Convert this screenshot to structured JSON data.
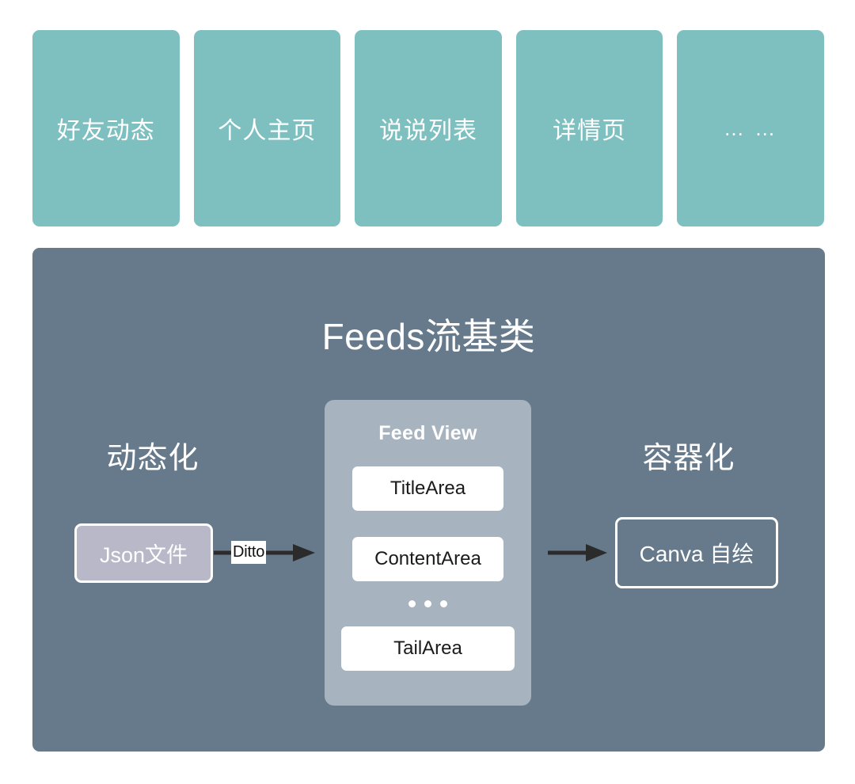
{
  "diagram": {
    "top_cards": [
      {
        "label": "好友动态",
        "name": "friends-feed"
      },
      {
        "label": "个人主页",
        "name": "personal-homepage"
      },
      {
        "label": "说说列表",
        "name": "post-list"
      },
      {
        "label": "详情页",
        "name": "detail-page"
      },
      {
        "label": "… …",
        "name": "more-ellipsis"
      }
    ],
    "base_panel": {
      "title": "Feeds流基类",
      "left_column": {
        "heading": "动态化",
        "box_label": "Json文件"
      },
      "arrow_one": {
        "tag": "Ditto",
        "icon": "arrow-right-icon"
      },
      "feed_view": {
        "title": "Feed View",
        "areas": [
          {
            "label": "TitleArea"
          },
          {
            "label": "ContentArea"
          },
          {
            "label": "TailArea"
          }
        ],
        "separator_icon": "three-dots-icon"
      },
      "arrow_two": {
        "icon": "arrow-right-icon"
      },
      "right_column": {
        "heading": "容器化",
        "box_label": "Canva 自绘"
      }
    }
  },
  "colors": {
    "card_teal": "#7ebfbf",
    "panel_slate": "#667a8b",
    "feedview_gray": "#a7b4bf",
    "json_lavender": "#b8b8c8",
    "arrow_dark": "#2b2b2b",
    "white": "#ffffff",
    "background": "#ffffff"
  }
}
